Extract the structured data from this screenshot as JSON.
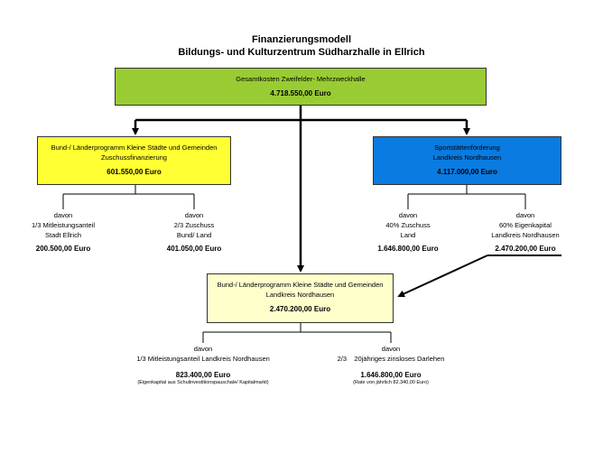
{
  "title": {
    "line1": "Finanzierungsmodell",
    "line2": "Bildungs- und Kulturzentrum Südharzhalle in Ellrich"
  },
  "nodes": {
    "total": {
      "label": "Gesamtkosten Zweifelder- Mehrzweckhalle",
      "amount": "4.718.550,00 Euro",
      "color": "#99cc33"
    },
    "left": {
      "label1": "Bund-/ Länderprogramm Kleine Städte und Gemeinden",
      "label2": "Zuschussfinanzierung",
      "amount": "601.550,00 Euro",
      "color": "#ffff33"
    },
    "right": {
      "label1": "Sportstättenförderung",
      "label2": "Landkreis Nordhausen",
      "amount": "4.117.000,00 Euro",
      "color": "#0a7be0"
    },
    "center": {
      "label1": "Bund-/ Länderprogramm Kleine Städte und Gemeinden",
      "label2": "Landkreis Nordhausen",
      "amount": "2.470.200,00 Euro",
      "color": "#ffffcc"
    }
  },
  "splits": {
    "left_a": {
      "davon": "davon",
      "line1": "1/3 Mitleistungsanteil",
      "line2": "Stadt Ellrich",
      "amount": "200.500,00 Euro"
    },
    "left_b": {
      "davon": "davon",
      "line1": "2/3 Zuschuss",
      "line2": "Bund/ Land",
      "amount": "401.050,00 Euro"
    },
    "right_a": {
      "davon": "davon",
      "line1": "40% Zuschuss",
      "line2": "Land",
      "amount": "1.646.800,00 Euro"
    },
    "right_b": {
      "davon": "davon",
      "line1": "60% Eigenkapital",
      "line2": "Landkreis Nordhausen",
      "amount": "2.470.200,00 Euro"
    },
    "bottom_a": {
      "davon": "davon",
      "line1": "1/3 Mitleistungsanteil Landkreis Nordhausen",
      "amount": "823.400,00 Euro",
      "note": "(Eigenkapital aus Schulinvestitionspauschale/ Kapitalmarkt)"
    },
    "bottom_b": {
      "davon": "davon",
      "line1": "2/3    20jähriges zinsloses Darlehen",
      "amount": "1.646.800,00 Euro",
      "note": "(Rate von jährlich 82.340,00 Euro)"
    }
  }
}
